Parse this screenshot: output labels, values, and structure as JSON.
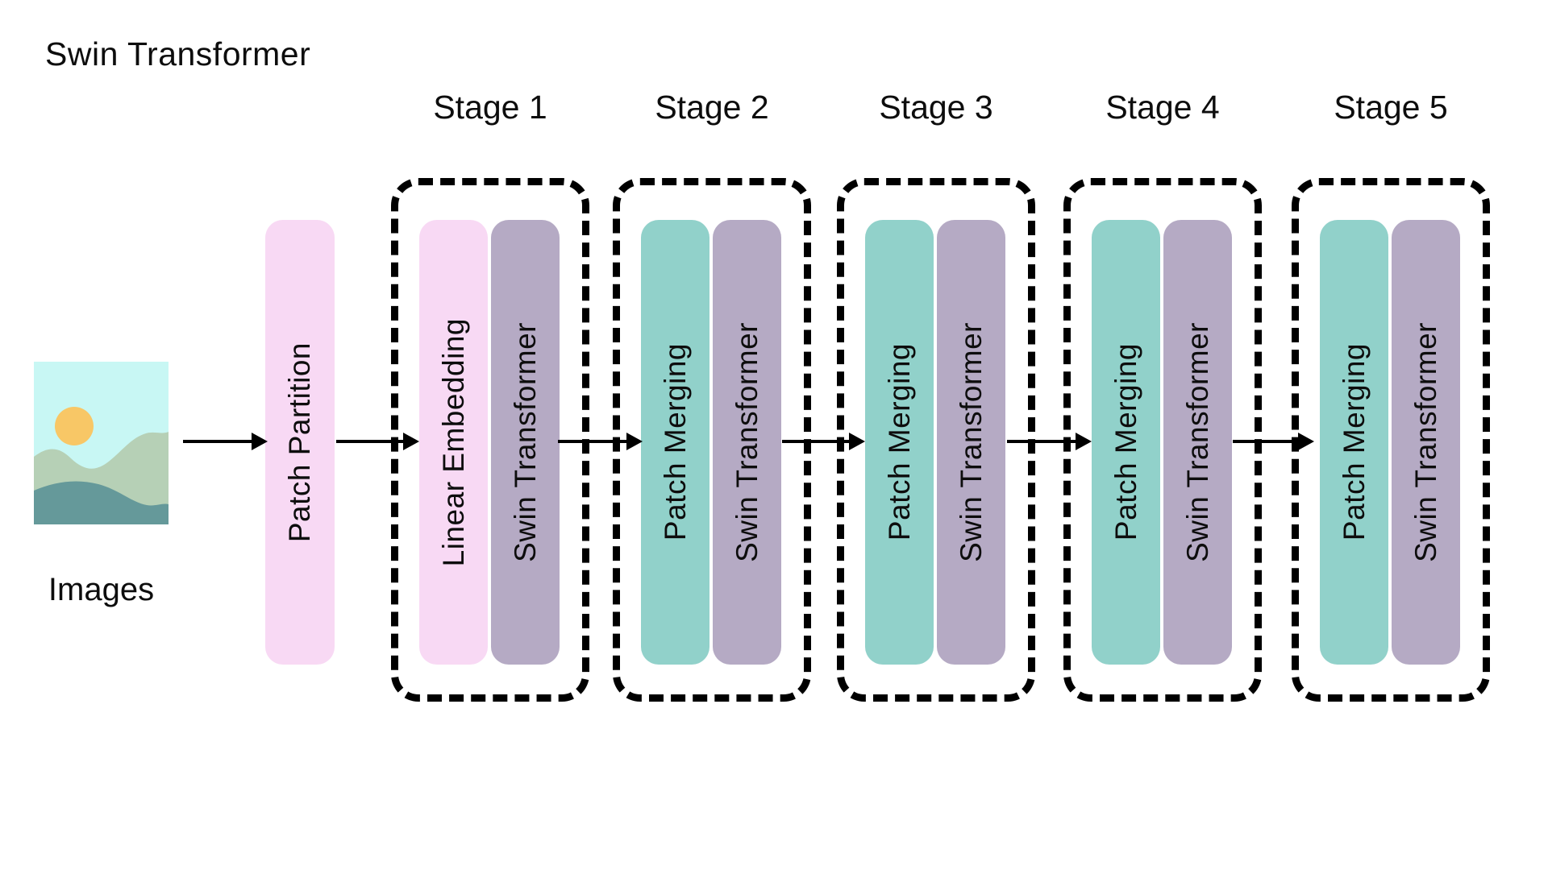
{
  "title": "Swin Transformer",
  "input": {
    "label": "Images",
    "image": "landscape-with-sun-and-hills"
  },
  "preprocess": {
    "label": "Patch Partition",
    "color": "pink"
  },
  "stages": [
    {
      "label": "Stage 1",
      "blocks": [
        {
          "label": "Linear Embedding",
          "color": "pink"
        },
        {
          "label": "Swin Transformer",
          "color": "purple"
        }
      ]
    },
    {
      "label": "Stage 2",
      "blocks": [
        {
          "label": "Patch Merging",
          "color": "teal"
        },
        {
          "label": "Swin Transformer",
          "color": "purple"
        }
      ]
    },
    {
      "label": "Stage 3",
      "blocks": [
        {
          "label": "Patch Merging",
          "color": "teal"
        },
        {
          "label": "Swin Transformer",
          "color": "purple"
        }
      ]
    },
    {
      "label": "Stage 4",
      "blocks": [
        {
          "label": "Patch Merging",
          "color": "teal"
        },
        {
          "label": "Swin Transformer",
          "color": "purple"
        }
      ]
    },
    {
      "label": "Stage 5",
      "blocks": [
        {
          "label": "Patch Merging",
          "color": "teal"
        },
        {
          "label": "Swin Transformer",
          "color": "purple"
        }
      ]
    }
  ],
  "colors": {
    "pink": "#f8d9f4",
    "teal": "#91d1ca",
    "purple": "#b5aac4",
    "outline": "#000000",
    "arrow": "#000000",
    "text": "#0d0d0d",
    "sky": "#c8f7f4",
    "sun": "#f8c766",
    "hill_light": "#b6d0b6",
    "hill_dark": "#65999a"
  }
}
